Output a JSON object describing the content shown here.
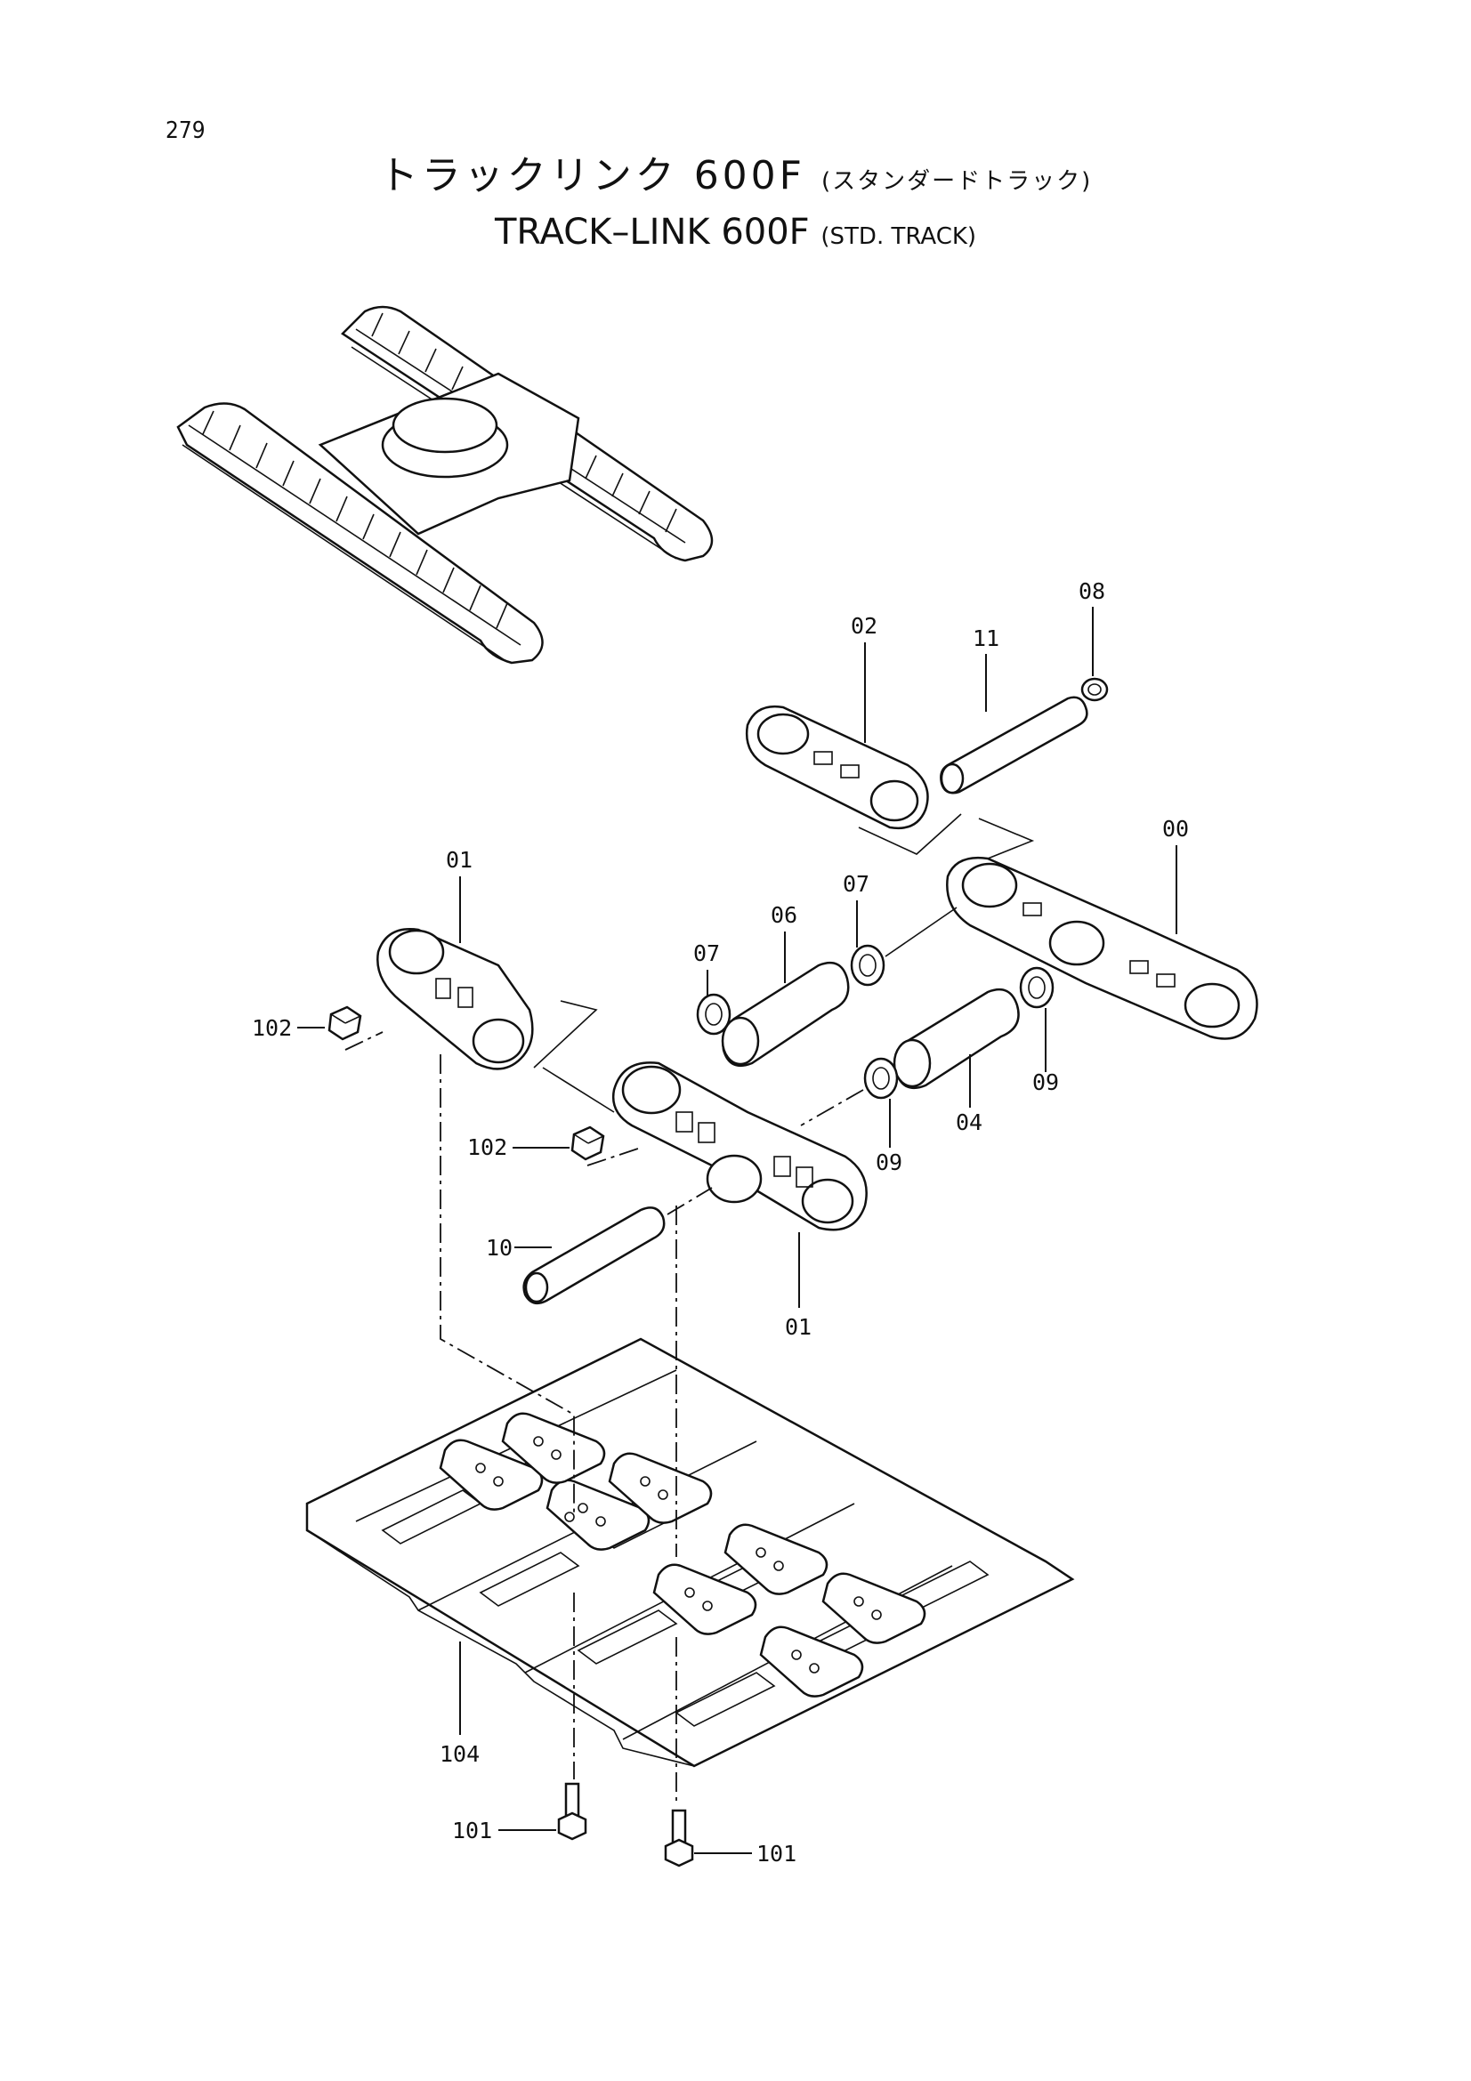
{
  "page_number": "279",
  "title_jp": "トラックリンク 600F",
  "title_jp_sub": "(スタンダードトラック)",
  "title_en": "TRACK–LINK 600F",
  "title_en_sub": "(STD. TRACK)",
  "callouts": {
    "c00": "00",
    "c01a": "01",
    "c01b": "01",
    "c02": "02",
    "c04": "04",
    "c06": "06",
    "c07a": "07",
    "c07b": "07",
    "c08": "08",
    "c09a": "09",
    "c09b": "09",
    "c10": "10",
    "c11": "11",
    "c101a": "101",
    "c101b": "101",
    "c102a": "102",
    "c102b": "102",
    "c104": "104"
  }
}
